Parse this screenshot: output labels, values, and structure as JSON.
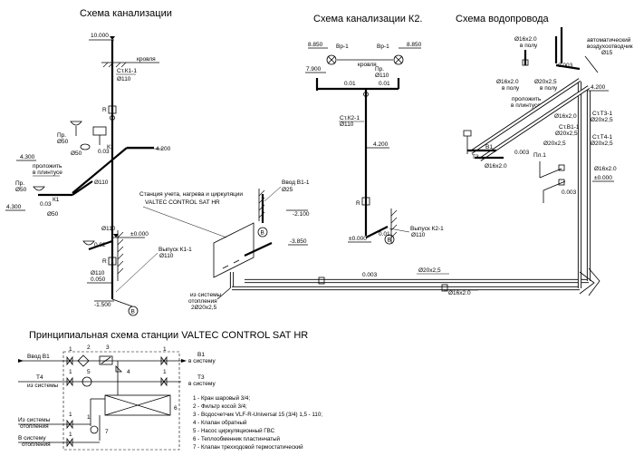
{
  "titles": {
    "sewer1": "Схема канализации",
    "sewer2": "Схема канализации К2.",
    "water": "Схема водопровода",
    "station": "Принципиальная схема станции VALTEC CONTROL SAT HR"
  },
  "sewer1": {
    "level_top": "10.000",
    "roof": "кровля",
    "riser": "Ст.К1-1",
    "riser_d": "Ø110",
    "r1": "R",
    "pr1": "Пр.",
    "pr1_d": "Ø50",
    "d50a": "Ø50",
    "slope1": "0.03",
    "k1a": "К1",
    "lvl_4200": "4.200",
    "lvl_4300": "4.300",
    "lay1": "проложить",
    "lay2": "в плинтусе",
    "pr2": "Пр.",
    "pr2_d": "Ø50",
    "k1b": "К1",
    "slope2": "0.03",
    "d50b": "Ø50",
    "d110a": "Ø110",
    "lvl_4300b": "4.300",
    "d110b": "Ø110",
    "lvl_0": "±0.000",
    "slope3": "0.02",
    "r2": "R",
    "d110c": "Ø110",
    "outlet": "Выпуск К1-1",
    "outlet_d": "Ø110",
    "lvl_0050": "0.050",
    "lvl_m1500": "-1.500",
    "circle_b": "В"
  },
  "sewer2": {
    "l8850a": "8.850",
    "l8850b": "8.850",
    "l7900": "7.900",
    "vr1a": "Вр-1",
    "vr1b": "Вр-1",
    "roof": "кровля",
    "pr": "Пр.",
    "pr_d": "Ø110",
    "slope_a": "0.01",
    "slope_b": "0.01",
    "riser": "Ст.К2-1",
    "riser_d": "Ø110",
    "lvl_4200": "4.200",
    "r": "R",
    "lvl_0": "±0.000",
    "slope_c": "0.01",
    "outlet": "Выпуск К2-1",
    "outlet_d": "Ø110",
    "circle_b": "В"
  },
  "water": {
    "d16_top": "Ø16x2.0",
    "in_floor": "в полу",
    "auto_vent1": "автоматический",
    "auto_vent2": "воздухоотводчик",
    "auto_vent_d": "Ø15",
    "slope_003": "0.003",
    "d16a": "Ø16x2.0",
    "d16a_floor": "в полу",
    "d20a": "Ø20x2,5",
    "d20a_floor": "в полу",
    "lvl_4200": "4.200",
    "lay1": "проложить",
    "lay2": "в плинтусе",
    "st_t31": "Ст.Т3-1",
    "st_t31_d": "Ø20x2,5",
    "st_v11": "Ст.В1-1",
    "st_v11_d": "Ø20x2,5",
    "d16b": "Ø16x2,0",
    "st_t41": "Ст.Т4-1",
    "st_t41_d": "Ø20x2,5",
    "d20b": "Ø20x2,5",
    "v1": "В1",
    "t3": "Т3",
    "slope_a": "0.003",
    "d16c": "Ø16x2.0",
    "pl1": "Пл.1",
    "d16d": "Ø16x2.0",
    "lvl_0": "±0.000",
    "slope_b": "0.003",
    "d20c": "Ø20x2,5",
    "d16e": "Ø16x2.0",
    "slope_c": "0.003"
  },
  "station": {
    "label1": "Станция учета, нагрева и циркуляции",
    "label2": "VALTEC CONTROL SAT HR",
    "inlet": "Ввод В1-1",
    "inlet_d": "Ø25",
    "lvl_m2100": "-2.100",
    "lvl_m3850": "-3.850",
    "heat1": "из системы",
    "heat2": "отопления",
    "heat_d": "2Ø20x2,5",
    "circle_b": "В"
  },
  "schematic": {
    "inlet_b1": "Ввод В1",
    "t4": "Т4",
    "t4_from": "из системы",
    "b1_out": "В1",
    "b1_out2": "в систему",
    "t3_out": "Т3",
    "t3_out2": "в систему",
    "heat_from1": "Из системы",
    "heat_from2": "отопления",
    "heat_to1": "В систему",
    "heat_to2": "отопления",
    "n1a": "1",
    "n2": "2",
    "n3": "3",
    "n1b": "1",
    "n1c": "1",
    "n1d": "1",
    "n4": "4",
    "n5": "5",
    "n1e": "1",
    "n6": "6",
    "n1f": "1",
    "n7": "7",
    "n1g": "1"
  },
  "legend": [
    "1 - Кран шаровый 3/4;",
    "2 - Фильтр косой 3/4;",
    "3 - Водосчетчик VLF-R-Universal 15 (3/4) 1,5 - 110;",
    "4 - Клапан обратный",
    "5 - Насос циркуляционный ГВС",
    "6 - Теплообменник пластинчатый",
    "7 - Клапан трехходовой термостатический"
  ]
}
